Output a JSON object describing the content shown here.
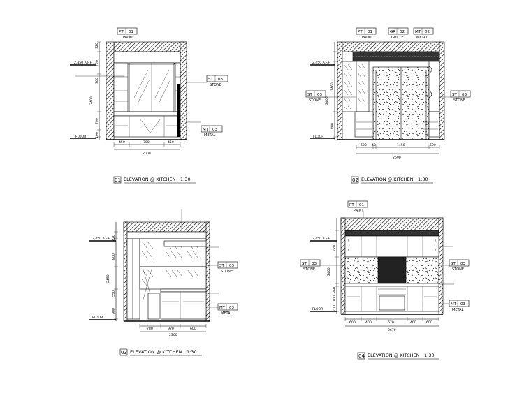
{
  "drawings": [
    {
      "number": "01",
      "caption": "ELEVATION @ KITCHEN",
      "scale": "1:30",
      "tags": [
        {
          "code": "PT",
          "num": "01",
          "note": "PAINT"
        },
        {
          "code": "ST",
          "num": "03",
          "note": "STONE"
        },
        {
          "code": "MT",
          "num": "03",
          "note": "METAL"
        }
      ],
      "level_labels": [
        "2,450 A.F.F.",
        "FLOOR"
      ],
      "vertical_dims": [
        "320",
        "750",
        "360",
        "2400",
        "700",
        "100"
      ],
      "horizontal_dims": [
        "450",
        "700",
        "450",
        "2000"
      ]
    },
    {
      "number": "02",
      "caption": "ELEVATION @ KITCHEN",
      "scale": "1:30",
      "tags": [
        {
          "code": "PT",
          "num": "01",
          "note": "PAINT"
        },
        {
          "code": "GR",
          "num": "02",
          "note": "GRILLE"
        },
        {
          "code": "MT",
          "num": "02",
          "note": "METAL"
        },
        {
          "code": "ST",
          "num": "03",
          "note": "STONE"
        },
        {
          "code": "ST",
          "num": "03",
          "note": "STONE"
        }
      ],
      "level_labels": [
        "2,450 A.F.F.",
        "FLOOR"
      ],
      "vertical_dims": [
        "1460",
        "2400",
        "800"
      ],
      "horizontal_dims": [
        "600",
        "40",
        "1450",
        "600",
        "2690"
      ]
    },
    {
      "number": "03",
      "caption": "ELEVATION @ KITCHEN",
      "scale": "1:30",
      "tags": [
        {
          "code": "ST",
          "num": "03",
          "note": "STONE"
        },
        {
          "code": "MT",
          "num": "03",
          "note": "METAL"
        }
      ],
      "level_labels": [
        "2,450 A.F.F.",
        "FLOOR"
      ],
      "vertical_dims": [
        "420",
        "800",
        "2450",
        "550",
        "900"
      ],
      "horizontal_dims": [
        "780",
        "920",
        "600",
        "2300"
      ]
    },
    {
      "number": "04",
      "caption": "ELEVATION @ KITCHEN",
      "scale": "1:30",
      "tags": [
        {
          "code": "PT",
          "num": "01",
          "note": "PAINT"
        },
        {
          "code": "ST",
          "num": "03",
          "note": "STONE"
        },
        {
          "code": "ST",
          "num": "03",
          "note": "STONE"
        },
        {
          "code": "MT",
          "num": "03",
          "note": "METAL"
        }
      ],
      "level_labels": [
        "2,450 A.F.F.",
        "FLOOR"
      ],
      "vertical_dims": [
        "720",
        "2400",
        "360",
        "100",
        "700"
      ],
      "horizontal_dims": [
        "600",
        "400",
        "670",
        "400",
        "600",
        "2670"
      ]
    }
  ]
}
